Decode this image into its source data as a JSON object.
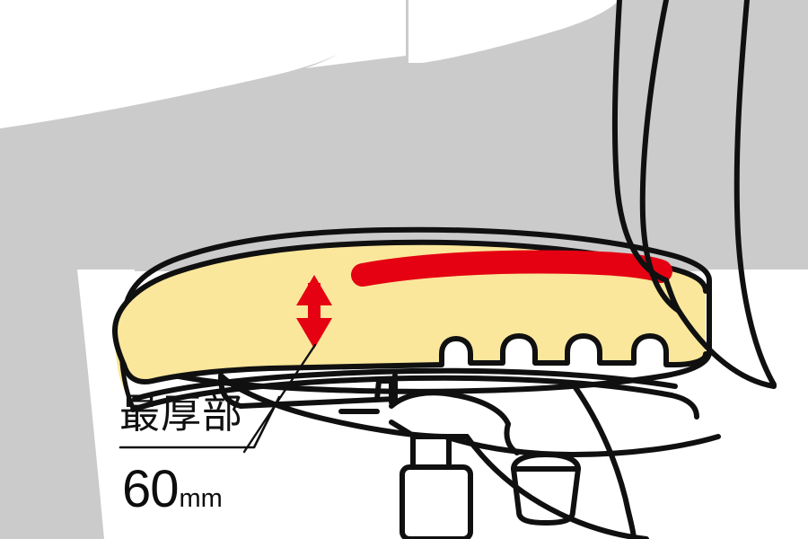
{
  "illustration": {
    "title": "office-chair-seat-cushion-cross-section",
    "subject": "Cross-section side view of an office chair seat cushion showing foam thickness",
    "background_color": "#ffffff"
  },
  "annotations": {
    "callout_label": "最厚部",
    "measurement_value": "60",
    "measurement_unit": "mm",
    "arrow_name": "thickness-double-arrow"
  },
  "colors": {
    "foam_yellow": "#fae79b",
    "accent_red": "#e50012",
    "body_gray": "#cbcbcb",
    "outline_black": "#101010",
    "paper_white": "#ffffff",
    "text_black": "#0d0d0d"
  },
  "parts": [
    {
      "name": "seated-person-silhouette",
      "color": "#cbcbcb"
    },
    {
      "name": "seat-foam-cushion",
      "color": "#fae79b"
    },
    {
      "name": "high-resilience-red-layer",
      "color": "#e50012"
    },
    {
      "name": "seat-pan-and-mechanism",
      "color": "#ffffff"
    },
    {
      "name": "gas-cylinder-column",
      "color": "#ffffff"
    },
    {
      "name": "height-adjust-knob",
      "color": "#ffffff"
    },
    {
      "name": "backrest-lumbar-curve",
      "color": "#ffffff"
    }
  ]
}
